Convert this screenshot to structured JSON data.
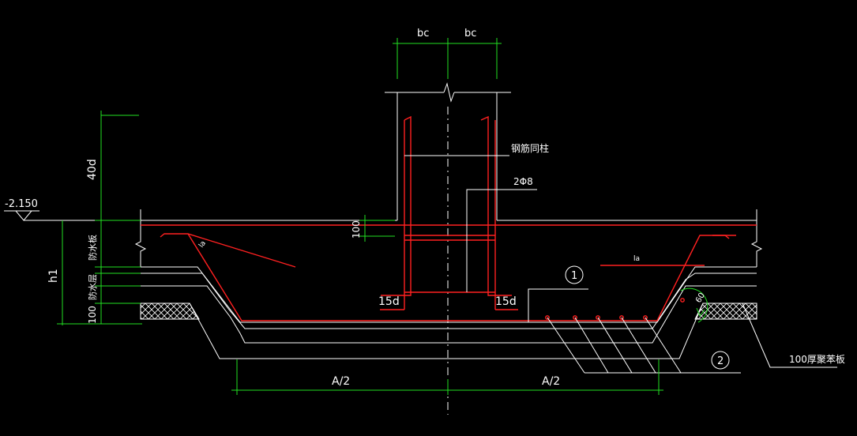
{
  "labels": {
    "bc_left": "bc",
    "bc_right": "bc",
    "anchor_40d": "40d",
    "elevation": "-2.150",
    "h1": "h1",
    "fangshui_ban": "防水板",
    "fangshui_ceng": "防水层",
    "dim_100_left": "100",
    "dim_100_mid": "100",
    "rebar_same_column": "钢筋同柱",
    "stirrup_2phi8": "2Φ8",
    "la_left": "la",
    "la_right": "la",
    "hook_15d_left": "15d",
    "hook_15d_right": "15d",
    "callout_1": "1",
    "callout_2": "2",
    "angle_60": "60",
    "half_a_left": "A/2",
    "half_a_right": "A/2",
    "foam_board": "100厚聚苯板"
  },
  "colors": {
    "background": "#000000",
    "structure_line": "#ffffff",
    "rebar": "#ff2020",
    "dimension": "#22e022"
  }
}
